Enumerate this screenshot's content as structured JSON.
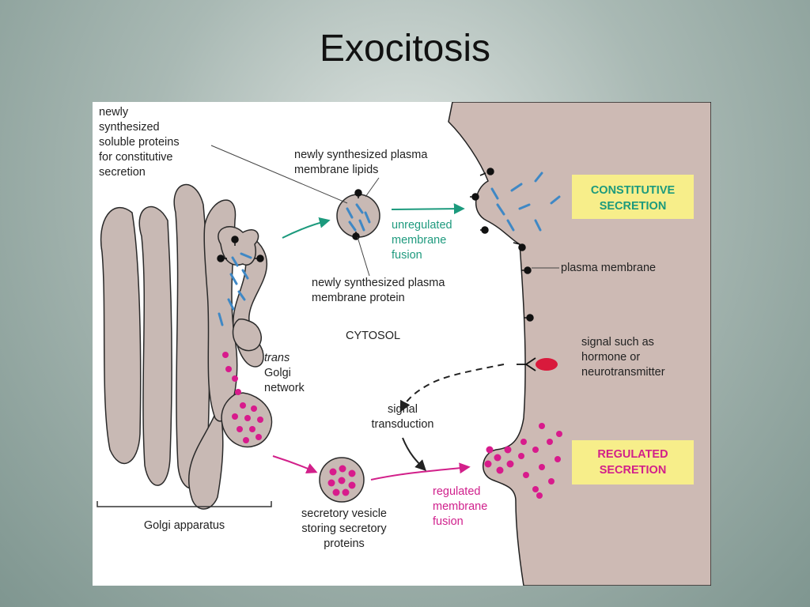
{
  "title": "Exocitosis",
  "labels": {
    "soluble_proteins": [
      "newly",
      "synthesized",
      "soluble proteins",
      "for constitutive",
      "secretion"
    ],
    "membrane_lipids": [
      "newly synthesized plasma",
      "membrane lipids"
    ],
    "unregulated_fusion": [
      "unregulated",
      "membrane",
      "fusion"
    ],
    "membrane_protein": [
      "newly synthesized plasma",
      "membrane protein"
    ],
    "plasma_membrane": "plasma membrane",
    "cytosol": "CYTOSOL",
    "trans_golgi": [
      "trans",
      "Golgi",
      "network"
    ],
    "signal": [
      "signal such as",
      "hormone or",
      "neurotransmitter"
    ],
    "signal_transduction": [
      "signal",
      "transduction"
    ],
    "secretory_vesicle": [
      "secretory vesicle",
      "storing secretory",
      "proteins"
    ],
    "regulated_fusion": [
      "regulated",
      "membrane",
      "fusion"
    ],
    "golgi_apparatus": "Golgi apparatus"
  },
  "boxes": {
    "constitutive": [
      "CONSTITUTIVE",
      "SECRETION"
    ],
    "regulated": [
      "REGULATED",
      "SECRETION"
    ]
  },
  "colors": {
    "cell_exterior": "#cdbab4",
    "golgi_fill": "#c8b9b4",
    "golgi_stroke": "#2a2a2a",
    "soluble_protein": "#3f88c5",
    "secretory_protein": "#d81b8c",
    "box_fill": "#f7ee8a",
    "constitutive_text": "#1c9a7d",
    "regulated_text": "#d2208a",
    "unregulated_arrow": "#1c9a7d",
    "regulated_arrow": "#d2208a"
  }
}
